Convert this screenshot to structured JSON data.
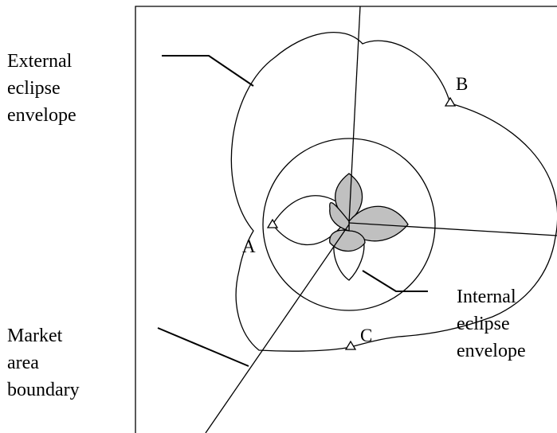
{
  "labels": {
    "external": [
      "External",
      "eclipse",
      "envelope"
    ],
    "market": [
      "Market",
      "area",
      "boundary"
    ],
    "internal": [
      "Internal",
      "eclipse",
      "envelope"
    ]
  },
  "points": {
    "a": "A",
    "b": "B",
    "c": "C"
  },
  "colors": {
    "line": "#000000",
    "petal_fill": "#c0c0c0",
    "background": "#ffffff"
  }
}
